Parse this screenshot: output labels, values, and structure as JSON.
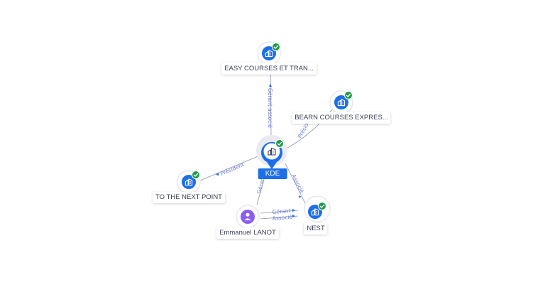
{
  "colors": {
    "accent": "#1c6fe8",
    "check": "#1f9a47",
    "person": "#8b5cf6",
    "edge": "#8a90a8",
    "edge_label": "#6b7bd6",
    "node_ring": "#e6e8ee"
  },
  "nodes": {
    "center": {
      "label": "KDE",
      "icon": "building-icon",
      "verified": true
    },
    "easy": {
      "label": "EASY COURSES ET TRAN...",
      "icon": "building-icon",
      "verified": true
    },
    "bearn": {
      "label": "BEARN COURSES EXPRES...",
      "icon": "building-icon",
      "verified": true
    },
    "next": {
      "label": "TO THE NEXT POINT",
      "icon": "building-icon",
      "verified": true
    },
    "person": {
      "label": "Emmanuel LANOT",
      "icon": "person-icon",
      "verified": false
    },
    "nest": {
      "label": "NEST",
      "icon": "building-icon",
      "verified": true
    }
  },
  "edges": {
    "easy": "Gérant associé",
    "bearn": "Président",
    "next": "Président",
    "nest": "Associé",
    "person_center": "Gérant",
    "person_nest_1": "Gérant",
    "person_nest_2": "Associé"
  }
}
